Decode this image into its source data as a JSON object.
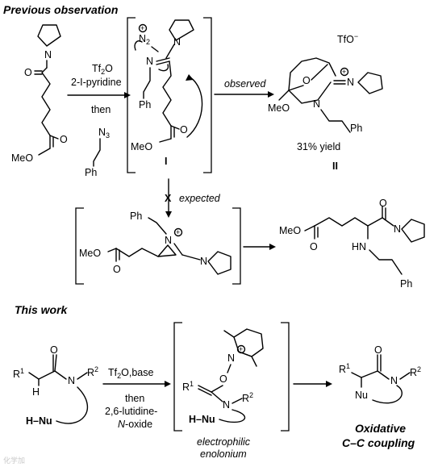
{
  "headings": {
    "previous": "Previous observation",
    "this_work": "This work"
  },
  "reagents_top": {
    "line1": "Tf",
    "line1_sub": "2",
    "line1_end": "O",
    "line2": "2-I-pyridine",
    "line3": "then"
  },
  "atoms": {
    "O": "O",
    "N": "N",
    "N3": "N",
    "N3_sub": "3",
    "MeO": "MeO",
    "Ph": "Ph",
    "plus": "+",
    "N2": "N",
    "N2_sub": "2",
    "TfO": "TfO",
    "TfO_sup": "−",
    "HN": "HN",
    "H": "H",
    "Nu": "Nu",
    "HNu": "H",
    "R": "R",
    "R1_sup": "1",
    "R2_sup": "2"
  },
  "arrows": {
    "observed": "observed",
    "expected": "expected",
    "blocked": "X"
  },
  "intermediates": {
    "I": "I",
    "II": "II",
    "yield": "31% yield"
  },
  "this_work": {
    "reagent1": "Tf",
    "reagent1_sub": "2",
    "reagent1_end": "O,base",
    "reagent2": "then",
    "reagent3": "2,6-lutidine-",
    "reagent4_n": "N",
    "reagent4_end": "-oxide",
    "label_electrophilic": "electrophilic",
    "label_enolonium": "enolonium",
    "product_label1": "Oxidative",
    "product_label2": "C–C coupling"
  },
  "watermark": "化学加"
}
